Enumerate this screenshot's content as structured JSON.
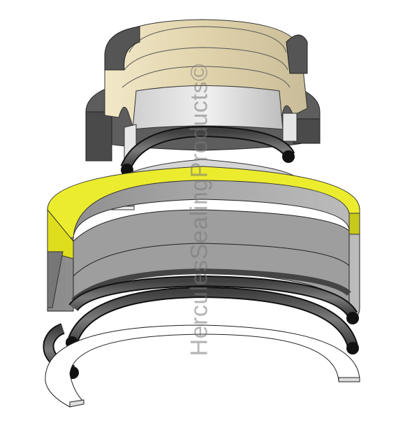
{
  "diagram": {
    "subject": "Exploded view of hydraulic seal assembly",
    "watermark": "HerculesSealingProducts©",
    "colors": {
      "background": "#ffffff",
      "seal_body_beige": "#e6d9b5",
      "seal_body_beige_dark": "#cbbd96",
      "rubber_dark_gray": "#5a5a5a",
      "metal_light_gray": "#d9d9d9",
      "housing_gray": "#9a9a9a",
      "housing_gray_dark": "#7c7c7c",
      "yellow_ring": "#e8e82a",
      "yellow_ring_dark": "#c8c81a",
      "oring_black": "#111111",
      "outline": "#222222",
      "white_ring": "#ffffff"
    },
    "components": [
      {
        "id": "top-seal-beige",
        "label": "U-cup seal (beige)"
      },
      {
        "id": "top-seal-outer-ring",
        "label": "Outer rubber ring (dark gray)"
      },
      {
        "id": "top-inner-metal-ring",
        "label": "Inner metal ring (light gray)"
      },
      {
        "id": "top-oring",
        "label": "O-ring"
      },
      {
        "id": "backup-ring-gray",
        "label": "Backup washer (light gray)"
      },
      {
        "id": "yellow-wear-ring",
        "label": "Wear ring (yellow)"
      },
      {
        "id": "housing-body",
        "label": "Housing body (gray)"
      },
      {
        "id": "bottom-oring-1",
        "label": "O-ring"
      },
      {
        "id": "bottom-oring-2",
        "label": "O-ring"
      },
      {
        "id": "bottom-oring-3",
        "label": "O-ring"
      },
      {
        "id": "bottom-flat-ring",
        "label": "Flat backup ring (white)"
      }
    ]
  }
}
